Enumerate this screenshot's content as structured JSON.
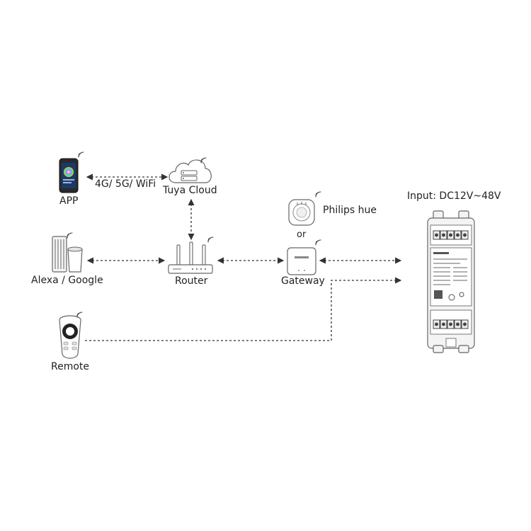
{
  "labels": {
    "app": "APP",
    "link": "4G/ 5G/ WiFi",
    "cloud": "Tuya Cloud",
    "hue": "Philips hue",
    "or": "or",
    "input": "Input: DC12V~48V",
    "alexa": "Alexa / Google",
    "router": "Router",
    "gateway": "Gateway",
    "remote": "Remote"
  },
  "icons": {
    "phone": "smartphone-icon",
    "cloud": "cloud-icon",
    "hue": "hue-bridge-icon",
    "controller": "led-controller-icon",
    "speaker": "smart-speaker-icon",
    "router": "router-icon",
    "gateway": "gateway-icon",
    "remote": "remote-control-icon",
    "wireless": "wireless-signal-icon"
  }
}
